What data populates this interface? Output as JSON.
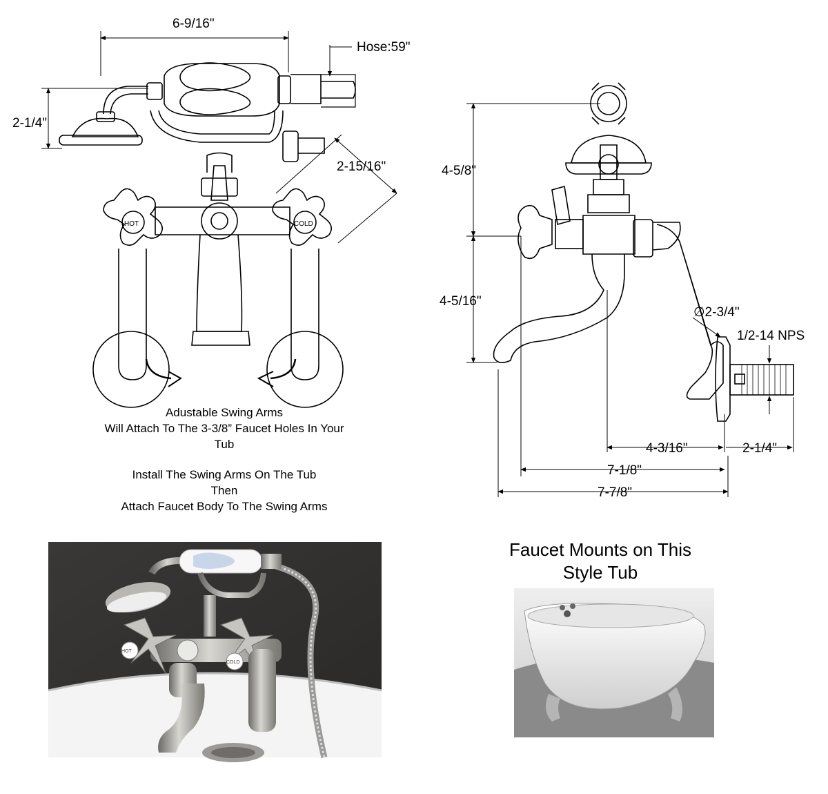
{
  "front_view": {
    "dims": {
      "width": "6-9/16\"",
      "hose": "Hose:59\"",
      "head": "2-1/4\"",
      "handle_offset": "2-15/16\""
    },
    "handle_labels": {
      "hot": "HOT",
      "cold": "COLD"
    }
  },
  "side_view": {
    "dims": {
      "upper_height": "4-5/8\"",
      "lower_height": "4-5/16\"",
      "flange": "∅2-3/4\"",
      "thread": "1/2-14 NPS",
      "arm_reach": "4-3/16\"",
      "thread_length": "2-1/4\"",
      "spout_reach": "7-1/8\"",
      "overall_depth": "7-7/8\""
    }
  },
  "notes": {
    "swing_arms": [
      "Adustable Swing Arms",
      "Will Attach To The 3-3/8” Faucet Holes In Your",
      "Tub"
    ],
    "install": [
      "Install The Swing Arms On The Tub",
      "Then",
      "Attach Faucet Body To The Swing Arms"
    ]
  },
  "caption": [
    "Faucet Mounts on This",
    "Style Tub"
  ],
  "photo_handle_labels": {
    "hot": "HOT",
    "cold": "COLD"
  }
}
